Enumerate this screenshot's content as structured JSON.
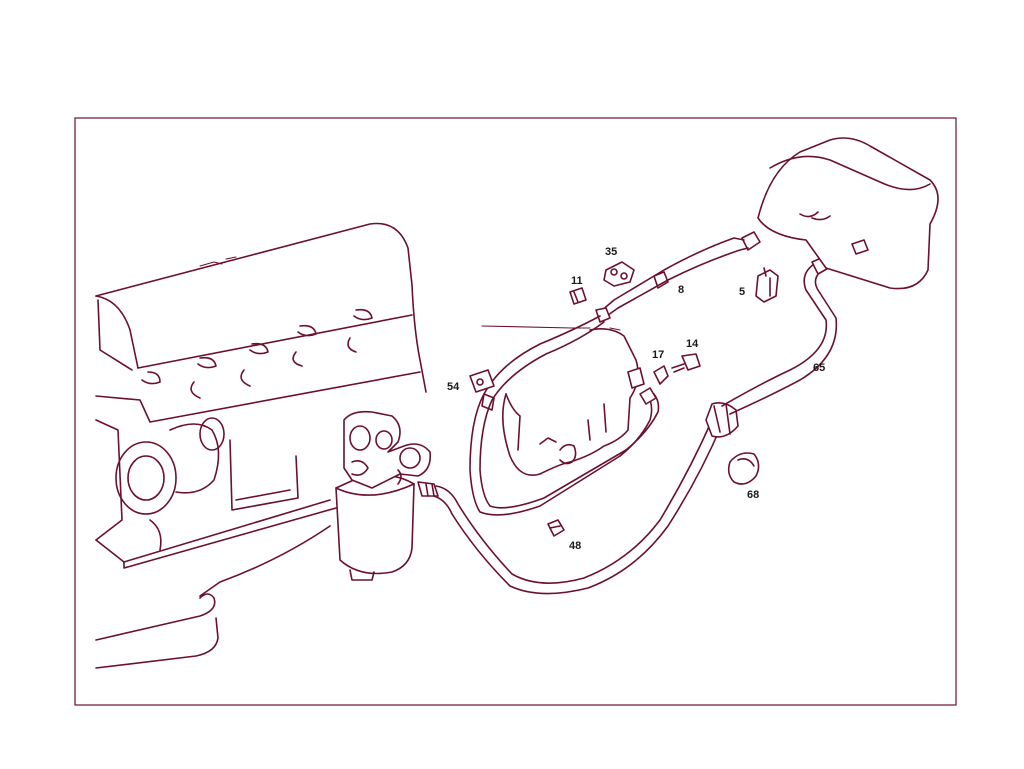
{
  "diagram": {
    "callouts": {
      "p35": "35",
      "p11": "11",
      "p8": "8",
      "p5": "5",
      "p14": "14",
      "p17": "17",
      "p54": "54",
      "p65": "65",
      "p68": "68",
      "p48": "48"
    }
  }
}
